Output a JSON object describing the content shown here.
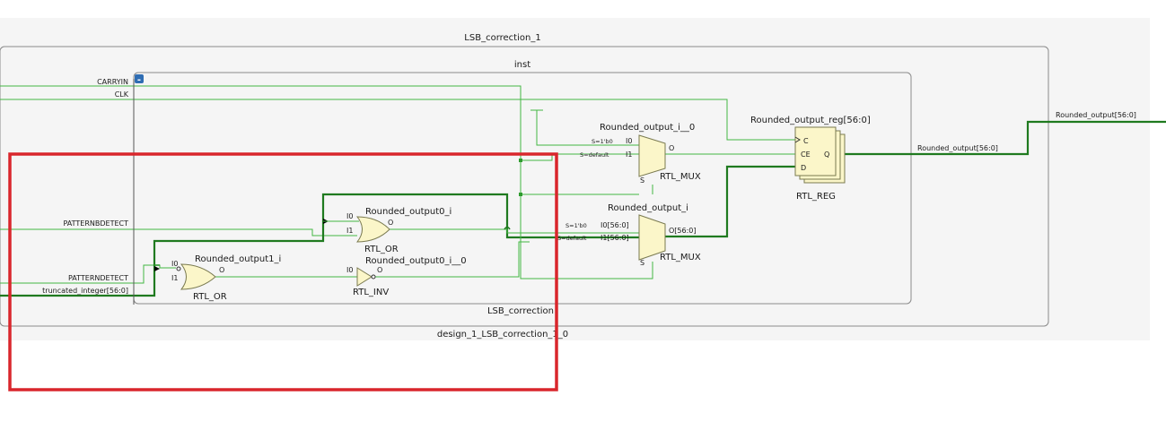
{
  "hierarchy": {
    "outer": "LSB_correction_1",
    "inner": "inst",
    "inst_bottom": "LSB_correction",
    "outer_bottom": "design_1_LSB_correction_1_0"
  },
  "ports": {
    "carryin": "CARRYIN",
    "clk": "CLK",
    "patternbdetect": "PATTERNBDETECT",
    "patterndetect": "PATTERNDETECT",
    "truncated_integer": "truncated_integer[56:0]",
    "rounded_output_out": "Rounded_output[56:0]",
    "rounded_output_net": "Rounded_output[56:0]"
  },
  "cells": {
    "mux0": {
      "name": "Rounded_output_i__0",
      "type": "RTL_MUX",
      "sel0": "S=1'b0",
      "sel1": "S=default",
      "in0": "I0",
      "in1": "I1",
      "out": "O",
      "s": "S"
    },
    "mux1": {
      "name": "Rounded_output_i",
      "type": "RTL_MUX",
      "sel0": "S=1'b0",
      "sel1": "S=default",
      "in0": "I0[56:0]",
      "in1": "I1[56:0]",
      "out": "O[56:0]",
      "s": "S"
    },
    "reg": {
      "name": "Rounded_output_reg[56:0]",
      "type": "RTL_REG",
      "c": "C",
      "ce": "CE",
      "d": "D",
      "q": "Q"
    },
    "or0": {
      "name": "Rounded_output0_i",
      "type": "RTL_OR",
      "in0": "I0",
      "in1": "I1",
      "out": "O"
    },
    "or1": {
      "name": "Rounded_output1_i",
      "type": "RTL_OR",
      "in0": "I0",
      "in1": "I1",
      "out": "O"
    },
    "inv": {
      "name": "Rounded_output0_i__0",
      "type": "RTL_INV",
      "in0": "I0",
      "out": "O"
    }
  },
  "collapse_glyph": "-",
  "colors": {
    "wire": "#44b844",
    "bus": "#1f7a1f",
    "cell_fill": "#fbf6c9",
    "highlight": "#d9262c",
    "box_border": "#8a8a8a"
  },
  "icons": {
    "collapse": "minus-square-icon"
  }
}
